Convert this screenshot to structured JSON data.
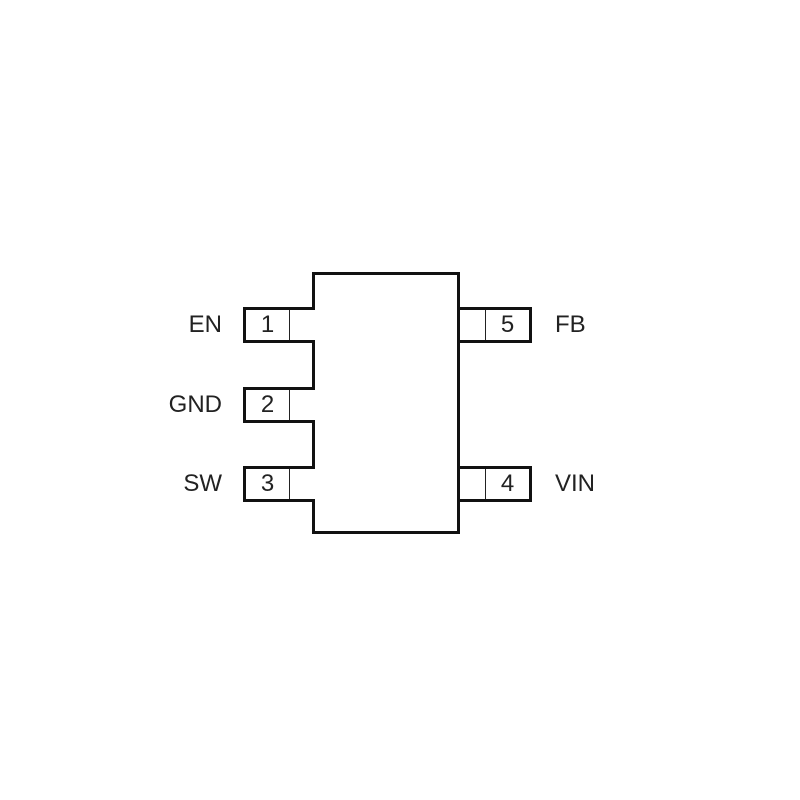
{
  "diagram": {
    "type": "ic-pinout",
    "package": "5-pin",
    "colors": {
      "outline": "#111111",
      "text": "#222222",
      "background": "#ffffff"
    },
    "pins": [
      {
        "number": "1",
        "name": "EN",
        "side": "left",
        "row": 1
      },
      {
        "number": "2",
        "name": "GND",
        "side": "left",
        "row": 2
      },
      {
        "number": "3",
        "name": "SW",
        "side": "left",
        "row": 3
      },
      {
        "number": "4",
        "name": "VIN",
        "side": "right",
        "row": 3
      },
      {
        "number": "5",
        "name": "FB",
        "side": "right",
        "row": 1
      }
    ]
  }
}
